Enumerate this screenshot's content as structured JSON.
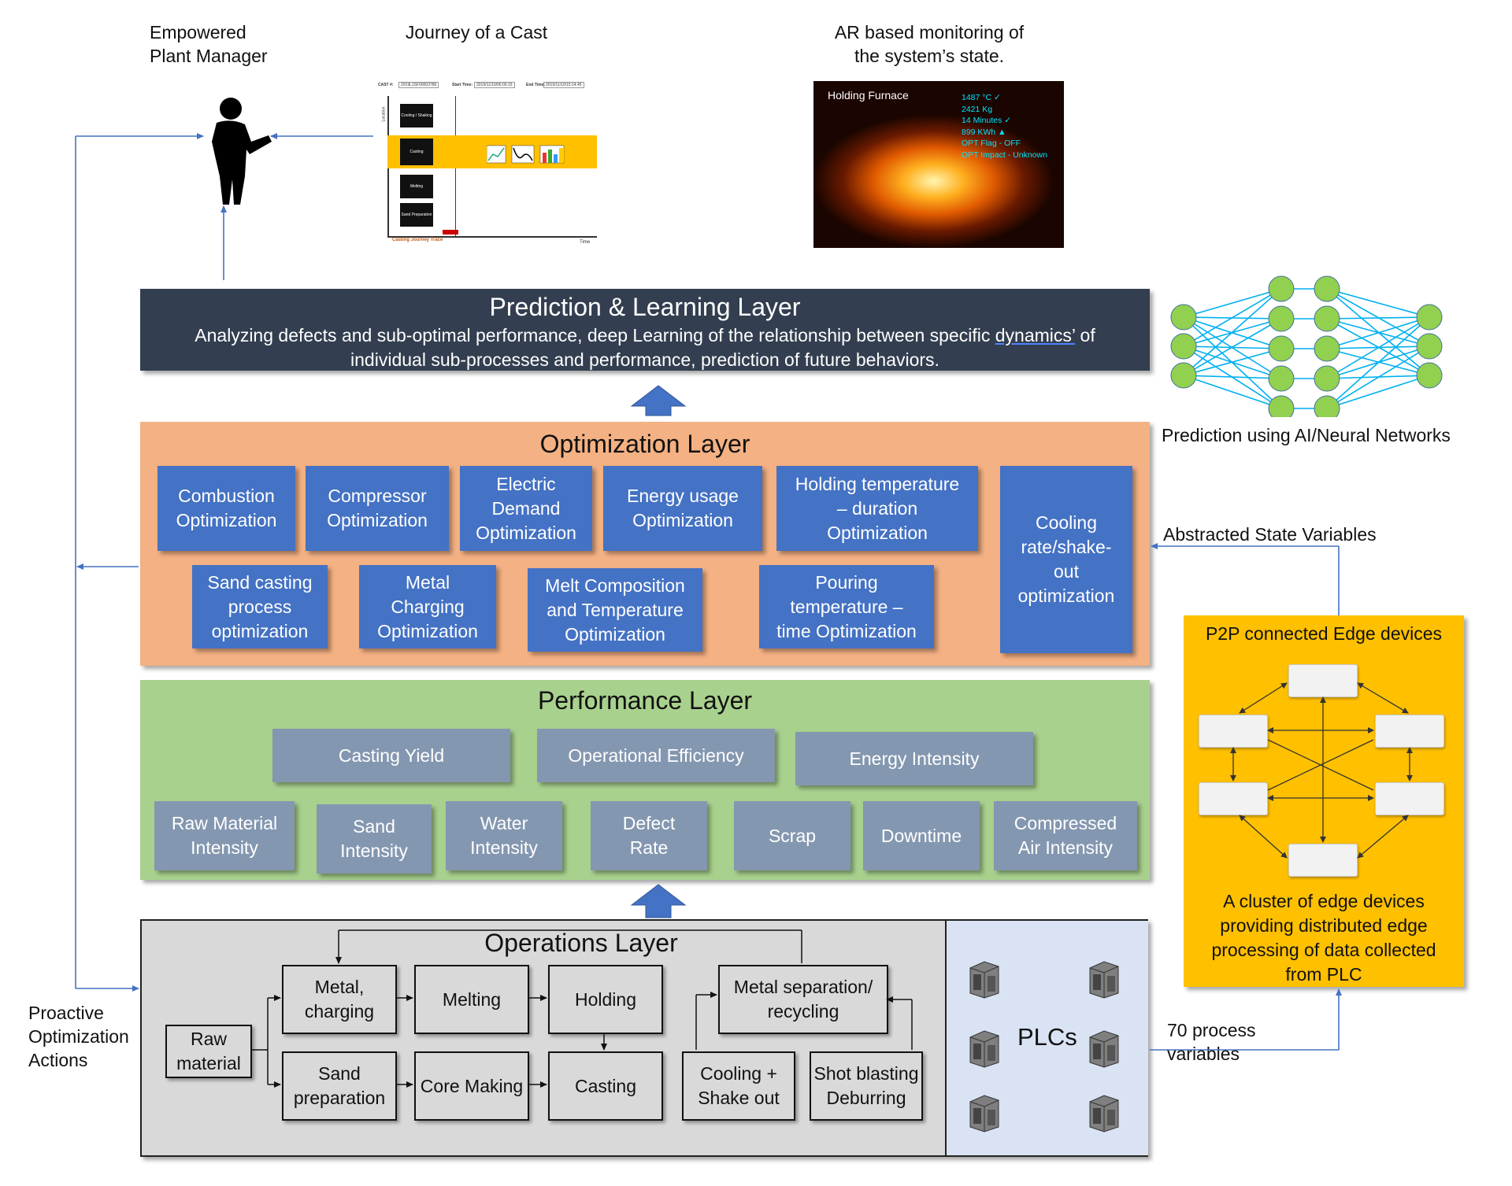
{
  "top": {
    "manager_label": "Empowered\nPlant Manager",
    "journey_label": "Journey of a Cast",
    "ar_label": "AR based monitoring of\nthe system’s state."
  },
  "journey_chart": {
    "cast_label": "CAST #:",
    "cast_id": "2019L1SF00003786",
    "start_label": "Start Time:",
    "start_value": "2019/11/10/06:00:15",
    "end_label": "End Time:",
    "end_value": "2019/11/10/15:14:45",
    "y_axis": "Location",
    "x_axis": "Time",
    "trace_label": "Casting Journey Trace",
    "stages": [
      "Cooling / Shaking",
      "Casting",
      "Melting",
      "Sand Preparation"
    ]
  },
  "ar_panel": {
    "title": "Holding Furnace",
    "readings": [
      "1487 °C ✓",
      "2421 Kg",
      "14 Minutes ✓",
      "899 KWh ▲",
      "OPT Flag - OFF",
      "OPT Impact - Unknown"
    ]
  },
  "prediction_layer": {
    "title": "Prediction & Learning Layer",
    "desc_part1": "Analyzing defects and sub-optimal performance,  deep Learning of the relationship between specific ",
    "desc_underlined": "dynamics’",
    "desc_part2": " of individual sub-processes and performance, prediction of future behaviors."
  },
  "neural_network_caption": "Prediction using AI/Neural Networks",
  "optimization_layer": {
    "title": "Optimization Layer",
    "items": [
      "Combustion\nOptimization",
      "Compressor\nOptimization",
      "Electric\nDemand\nOptimization",
      "Energy usage\nOptimization",
      "Holding temperature\n– duration\nOptimization",
      "Cooling\nrate/shake-\nout\noptimization",
      "Sand casting\nprocess\noptimization",
      "Metal\nCharging\nOptimization",
      "Melt Composition\nand Temperature\nOptimization",
      "Pouring\ntemperature –\ntime Optimization"
    ]
  },
  "performance_layer": {
    "title": "Performance Layer",
    "items": [
      "Casting Yield",
      "Operational Efficiency",
      "Energy Intensity",
      "Raw Material\nIntensity",
      "Sand\nIntensity",
      "Water\nIntensity",
      "Defect\nRate",
      "Scrap",
      "Downtime",
      "Compressed\nAir  Intensity"
    ]
  },
  "operations_layer": {
    "title": "Operations Layer",
    "raw_material": "Raw\nmaterial",
    "metal_charging": "Metal,\ncharging",
    "melting": "Melting",
    "holding": "Holding",
    "sand_preparation": "Sand\npreparation",
    "core_making": "Core Making",
    "casting": "Casting",
    "metal_separation": "Metal separation/\nrecycling",
    "cooling": "Cooling +\nShake out",
    "shot_blasting": "Shot blasting\nDeburring",
    "plcs": "PLCs"
  },
  "edge": {
    "title": "P2P connected Edge devices",
    "desc": "A cluster of edge devices\nproviding distributed edge\nprocessing of data collected\nfrom PLC"
  },
  "labels": {
    "abstracted_state": "Abstracted State Variables",
    "process_variables": "70 process\nvariables",
    "proactive": "Proactive\nOptimization\nActions"
  },
  "colors": {
    "prediction_bg": "#333f50",
    "optimization_bg": "#f4b183",
    "opt_box": "#4472c4",
    "performance_bg": "#a9d18e",
    "perf_box": "#8497b0",
    "operations_bg": "#d9d9d9",
    "plc_bg": "#dae3f3",
    "edge_bg": "#ffc000",
    "arrow_blue": "#4472c4",
    "nn_node": "#92d050",
    "nn_edge": "#00b0f0"
  }
}
